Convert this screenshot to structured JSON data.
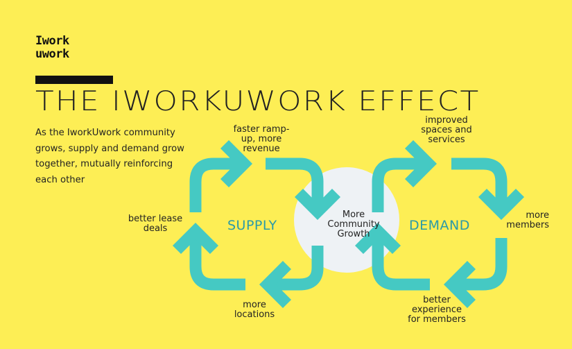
{
  "logo": {
    "line1": "Iwork",
    "line2": "uwork"
  },
  "title": "The IworkUwork Effect",
  "description": "As the IworkUwork community grows, supply and demand grow together, mutually reinforcing each other",
  "supply": {
    "label": "SUPPLY",
    "steps": {
      "top": [
        "faster ramp-",
        "up, more",
        "revenue"
      ],
      "left": [
        "better lease",
        "deals"
      ],
      "bottom": [
        "more",
        "locations"
      ]
    }
  },
  "demand": {
    "label": "DEMAND",
    "steps": {
      "top": [
        "improved",
        "spaces and",
        "services"
      ],
      "right": [
        "more",
        "members"
      ],
      "bottom": [
        "better",
        "experience",
        "for members"
      ]
    }
  },
  "center": [
    "More",
    "Community",
    "Growth"
  ],
  "colors": {
    "background": "#FDEE55",
    "arrow": "#45C9C3",
    "circle": "#EEF2F5",
    "accent_text": "#2A9AA8",
    "bar": "#111111"
  }
}
